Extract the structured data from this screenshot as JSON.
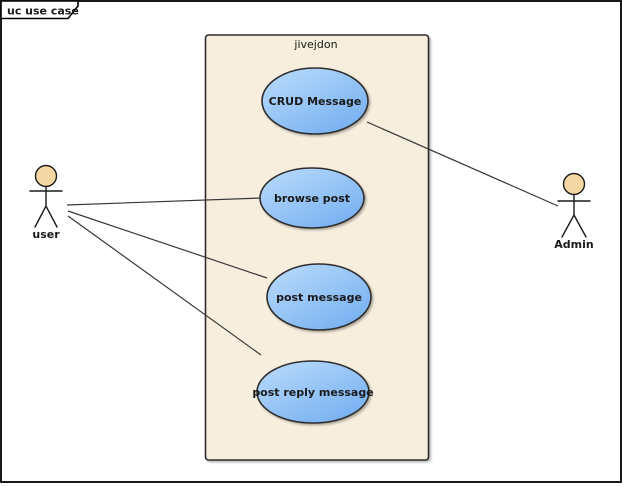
{
  "frame": {
    "label": "uc use case"
  },
  "system": {
    "label": "jivejdon"
  },
  "use_cases": [
    {
      "label": "CRUD Message"
    },
    {
      "label": "browse post"
    },
    {
      "label": "post message"
    },
    {
      "label": "post reply message"
    }
  ],
  "actors": [
    {
      "label": "user"
    },
    {
      "label": "Admin"
    }
  ],
  "associations": [
    {
      "from": "user",
      "to": "browse post"
    },
    {
      "from": "user",
      "to": "post message"
    },
    {
      "from": "user",
      "to": "post reply message"
    },
    {
      "from": "CRUD Message",
      "to": "Admin"
    }
  ],
  "colors": {
    "boundary_fill": "#f7eedd",
    "usecase_top": "#bcdcfc",
    "usecase_bottom": "#74aff0",
    "actor_head": "#f5d7a4",
    "frame_bg": "#ffffff"
  }
}
